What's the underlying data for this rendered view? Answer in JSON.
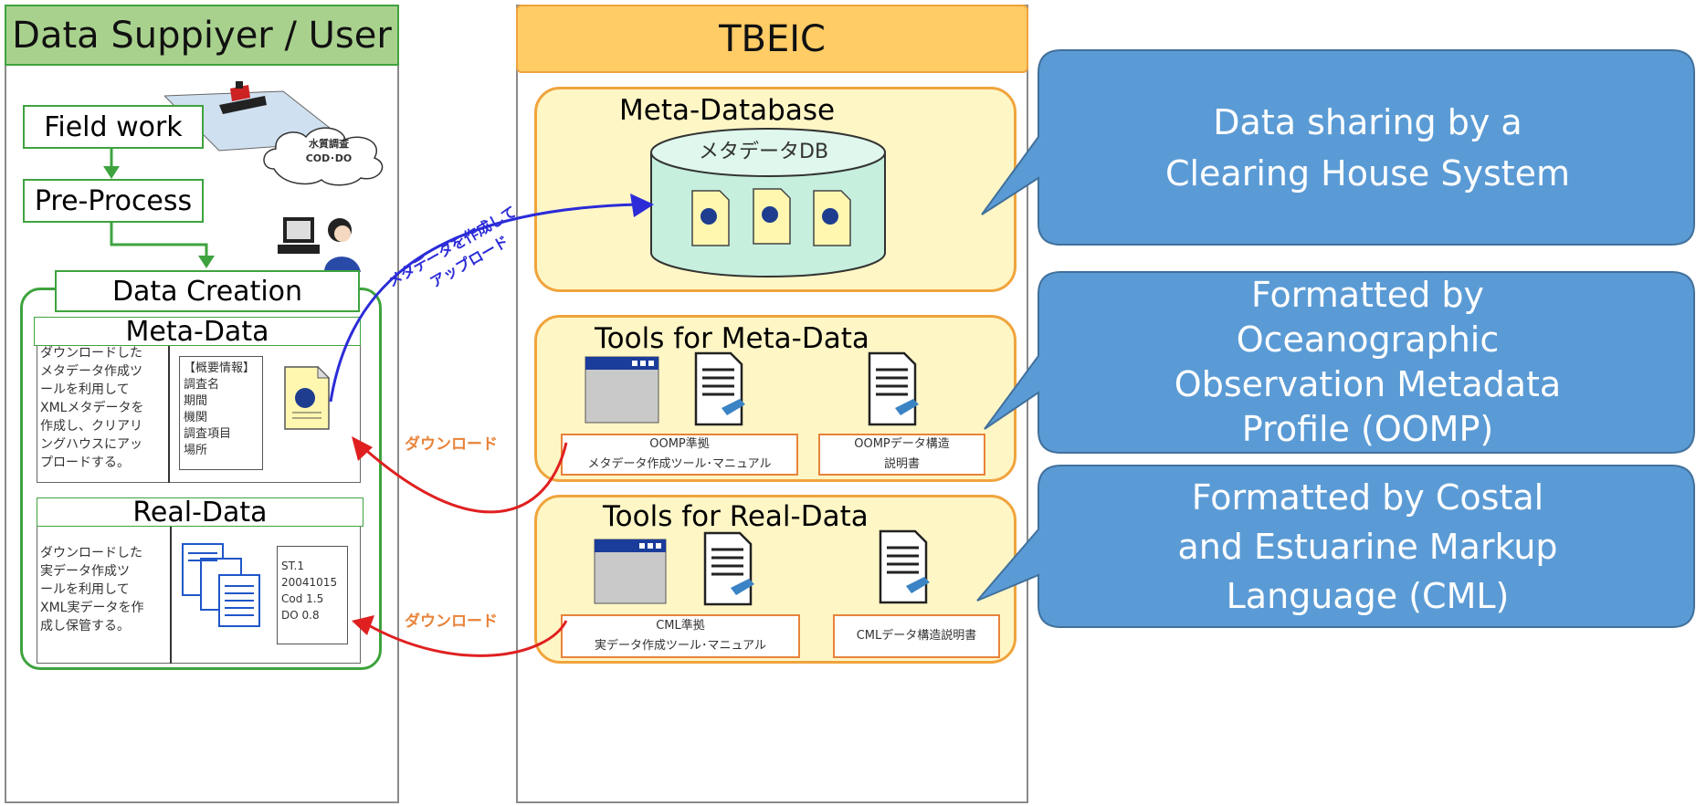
{
  "left": {
    "header": "Data Suppiyer / User",
    "field_work": "Field work",
    "pre_process": "Pre-Process",
    "cloud_text": [
      "水質調査",
      "COD･DO"
    ],
    "data_creation": "Data Creation",
    "meta_data": "Meta-Data",
    "meta_desc": [
      "ダウンロードした",
      "メタデータ作成ツ",
      "ールを利用して",
      "XMLメタデータを",
      "作成し、クリアリ",
      "ングハウスにアッ",
      "プロードする。"
    ],
    "meta_fields": [
      "【概要情報】",
      "調査名",
      "期間",
      "機関",
      "調査項目",
      "場所"
    ],
    "real_data": "Real-Data",
    "real_desc": [
      "ダウンロードした",
      "実データ作成ツ",
      "ールを利用して",
      "XML実データを作",
      "成し保管する。"
    ],
    "real_values": [
      "ST.1",
      "20041015",
      "Cod  1.5",
      "DO  0.8"
    ]
  },
  "right": {
    "header": "TBEIC",
    "meta_db_title": "Meta-Database",
    "db_label": "メタデータDB",
    "tools_meta_title": "Tools for Meta-Data",
    "tools_meta_box1": [
      "OOMP準拠",
      "メタデータ作成ツール･マニュアル"
    ],
    "tools_meta_box2": [
      "OOMPデータ構造",
      "説明書"
    ],
    "tools_real_title": "Tools for Real-Data",
    "tools_real_box1": [
      "CML準拠",
      "実データ作成ツール･マニュアル"
    ],
    "tools_real_box2": "CMLデータ構造説明書"
  },
  "arrows": {
    "upload": [
      "メタデータを作成して",
      "アップロード"
    ],
    "download_meta": "ダウンロード",
    "download_real": "ダウンロード"
  },
  "callouts": {
    "c1": [
      "Data sharing by a",
      "Clearing House System"
    ],
    "c2": [
      "Formatted by",
      "Oceanographic",
      "Observation Metadata",
      "Profile (OOMP)"
    ],
    "c3": [
      "Formatted by Costal",
      "and Estuarine Markup",
      "Language (CML)"
    ]
  },
  "colors": {
    "green_header": "#a9d18e",
    "green_border": "#3ea33e",
    "orange_header": "#ffcc66",
    "panel_fill": "#fff6c6",
    "callout": "#5b9bd5",
    "arrow_blue": "#2b2bd8",
    "arrow_red": "#e02020",
    "download_text": "#e8833a"
  }
}
